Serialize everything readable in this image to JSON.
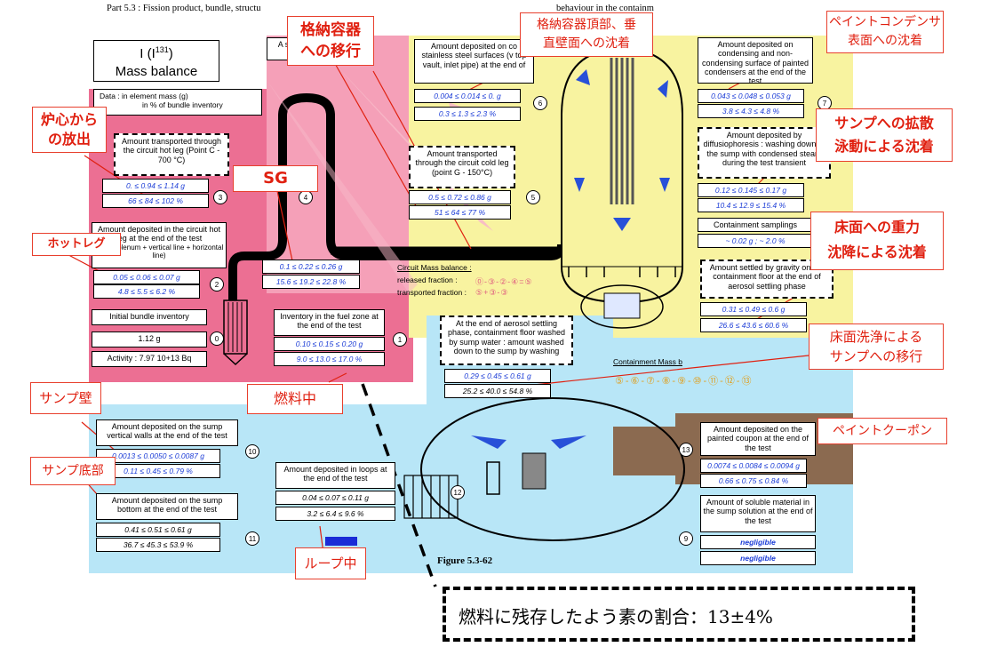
{
  "header": "Part 5.3 : Fission product, bundle, structu",
  "header_tail": "behaviour in the containm",
  "title": {
    "line1": "I (I",
    "sup": "131",
    "line1_end": ")",
    "line2": "Mass balance"
  },
  "data_note": {
    "line1": "Data :   in element mass (g)",
    "line2": "in % of bundle inventory"
  },
  "boxes": {
    "hotleg_transport": "Amount transported through the circuit hot leg (Point C - 700 °C)",
    "hotleg_deposit": "Amount deposited in the circuit hot leg at the end of the test",
    "hotleg_deposit_sub": "(upper plenum + vertical line + horizontal line)",
    "initial_inventory": "Initial bundle inventory",
    "initial_mass": "1.12 g",
    "initial_activity": "Activity : 7.97 10+13 Bq",
    "fuel_zone": "Inventory in the fuel zone at the end of the test",
    "sg_top": "A s",
    "cold_leg": "Amount transported through the circuit cold leg (point G - 150°C)",
    "vault": "Amount deposited on co stainless steel surfaces (v top vault, inlet pipe) at the end of",
    "condenser": "Amount deposited on condensing and non-condensing surface of painted condensers at the end of the test",
    "diffusio": "Amount deposited by diffusiophoresis : washing down to the sump with condensed steam during the test transient",
    "samplings": "Containment samplings",
    "settled": "Amount settled by gravity on the containment floor at the end of aerosol settling phase",
    "floor_washed": "At the end of aerosol settling phase, containment floor washed by sump water : amount washed down to the sump by washing",
    "sump_walls": "Amount deposited on the sump vertical walls at the end of the test",
    "sump_bottom": "Amount deposited on the sump bottom at the end of the test",
    "loops": "Amount deposited in loops at the end of the test",
    "coupon": "Amount deposited on the painted coupon at the end of the test",
    "soluble": "Amount of soluble material in the sump solution at the end of the test"
  },
  "values": {
    "hotleg_t_g": "0.   ≤ 0.94 ≤ 1.14 g",
    "hotleg_t_p": "66 ≤ 84 ≤ 102 %",
    "hotleg_d_g": "0.05 ≤ 0.06 ≤ 0.07 g",
    "hotleg_d_p": "4.8 ≤ 5.5 ≤ 6.2 %",
    "sg_g": "0.1  ≤ 0.22 ≤ 0.26 g",
    "sg_p": "15.6 ≤ 19.2 ≤ 22.8 %",
    "fuel_g": "0.10 ≤ 0.15 ≤ 0.20 g",
    "fuel_p": "9.0 ≤ 13.0 ≤ 17.0 %",
    "cold_g": "0.5  ≤ 0.72 ≤ 0.86 g",
    "cold_p": "51 ≤ 64 ≤ 77 %",
    "vault_g": "0.004 ≤ 0.014 ≤ 0.    g",
    "vault_p": "0.3 ≤ 1.3 ≤ 2.3 %",
    "cond_g": "0.043 ≤ 0.048 ≤ 0.053 g",
    "cond_p": "3.8 ≤ 4.3 ≤ 4.8 %",
    "diff_g": "0.12 ≤ 0.145 ≤ 0.17 g",
    "diff_p": "10.4 ≤ 12.9 ≤ 15.4 %",
    "samp": "~ 0.02 g ; ~ 2.0 %",
    "settled_g": "0.31 ≤ 0.49 ≤ 0.6  g",
    "settled_p": "26.6 ≤ 43.6 ≤ 60.6 %",
    "washed_g": "0.29 ≤ 0.45 ≤ 0.61 g",
    "washed_p": "25.2 ≤ 40.0 ≤ 54.8 %",
    "walls_g": "0.0013 ≤ 0.0050 ≤ 0.0087 g",
    "walls_p": "0.11 ≤ 0.45 ≤ 0.79 %",
    "bottom_g": "0.41 ≤ 0.51 ≤ 0.61 g",
    "bottom_p": "36.7 ≤ 45.3 ≤ 53.9 %",
    "loops_g": "0.04 ≤ 0.07 ≤ 0.11 g",
    "loops_p": "3.2 ≤ 6.4 ≤ 9.6 %",
    "coupon_g": "0.0074 ≤ 0.0084 ≤ 0.0094 g",
    "coupon_p": "0.66 ≤ 0.75 ≤ 0.84 %",
    "soluble_1": "negligible",
    "soluble_2": "negligible"
  },
  "numbers": [
    "3",
    "4",
    "2",
    "0",
    "1",
    "5",
    "6",
    "7",
    "8",
    "10",
    "11",
    "12",
    "13",
    "9"
  ],
  "circuit_balance": {
    "title": "Circuit Mass balance :",
    "released": "released fraction :",
    "transported": "transported fraction :"
  },
  "containment_balance": "Containment Mass b",
  "figure_label": "Figure 5.3-62",
  "callouts": {
    "core_release": "炉心から\nの放出",
    "containment_transfer": "格納容器\nへの移行",
    "vault_deposit": "格納容器頂部、垂\n直壁面への沈着",
    "condenser": "ペイントコンデンサ\n表面への沈着",
    "diffusion": "サンプへの拡散\n泳動による沈着",
    "gravity": "床面への重力\n沈降による沈着",
    "floor_wash": "床面洗浄による\nサンプへの移行",
    "sg": "SG",
    "hotleg": "ホットレグ",
    "fuel": "燃料中",
    "sump_wall": "サンプ壁",
    "sump_bottom": "サンプ底部",
    "loop": "ループ中",
    "coupon": "ペイントクーポン"
  },
  "summary": "燃料に残存したよう素の割合：13±4%"
}
